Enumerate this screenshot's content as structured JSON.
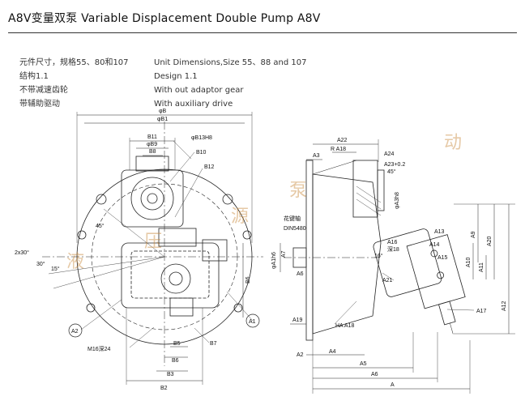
{
  "header": {
    "title": "A8V变量双泵  Variable Displacement Double Pump A8V"
  },
  "spec_cn": [
    "元件尺寸，规格55、80和107",
    "结构1.1",
    "不带减速齿轮",
    "带辅助驱动"
  ],
  "spec_en": [
    "Unit Dimensions,Size 55、88 and 107",
    "Design 1.1",
    "With out adaptor gear",
    "With auxiliary drive"
  ],
  "front_view": {
    "top_labels": [
      "φB",
      "φB1",
      "B11",
      "φB9",
      "B8",
      "φB13H8",
      "B10",
      "B12"
    ],
    "left_labels": [
      "2x30°",
      "30°",
      "15°",
      "45°",
      "B6"
    ],
    "bottom_labels": [
      "B5",
      "B6",
      "B3",
      "B2",
      "B7",
      "M16深24"
    ],
    "ports": [
      "A2",
      "A1"
    ]
  },
  "side_view": {
    "top_labels": [
      "A22",
      "R A18",
      "A3",
      "A24",
      "A23+0.2",
      "45°"
    ],
    "left_labels": [
      "φA1h6",
      "A7",
      "A6",
      "A2",
      "A19"
    ],
    "right_labels": [
      "A9",
      "A20",
      "A10",
      "A11",
      "A12",
      "A13",
      "A14",
      "A15",
      "A16",
      "A17",
      "16°"
    ],
    "bottom_labels": [
      "A4",
      "A5",
      "A6",
      "A",
      "HA A18"
    ],
    "spline_note": [
      "花键轴",
      "DIN5480"
    ],
    "misc": [
      "深18",
      "A21",
      "φA3h8"
    ]
  },
  "watermark": [
    "液",
    "压",
    "源",
    "泵",
    "动"
  ]
}
